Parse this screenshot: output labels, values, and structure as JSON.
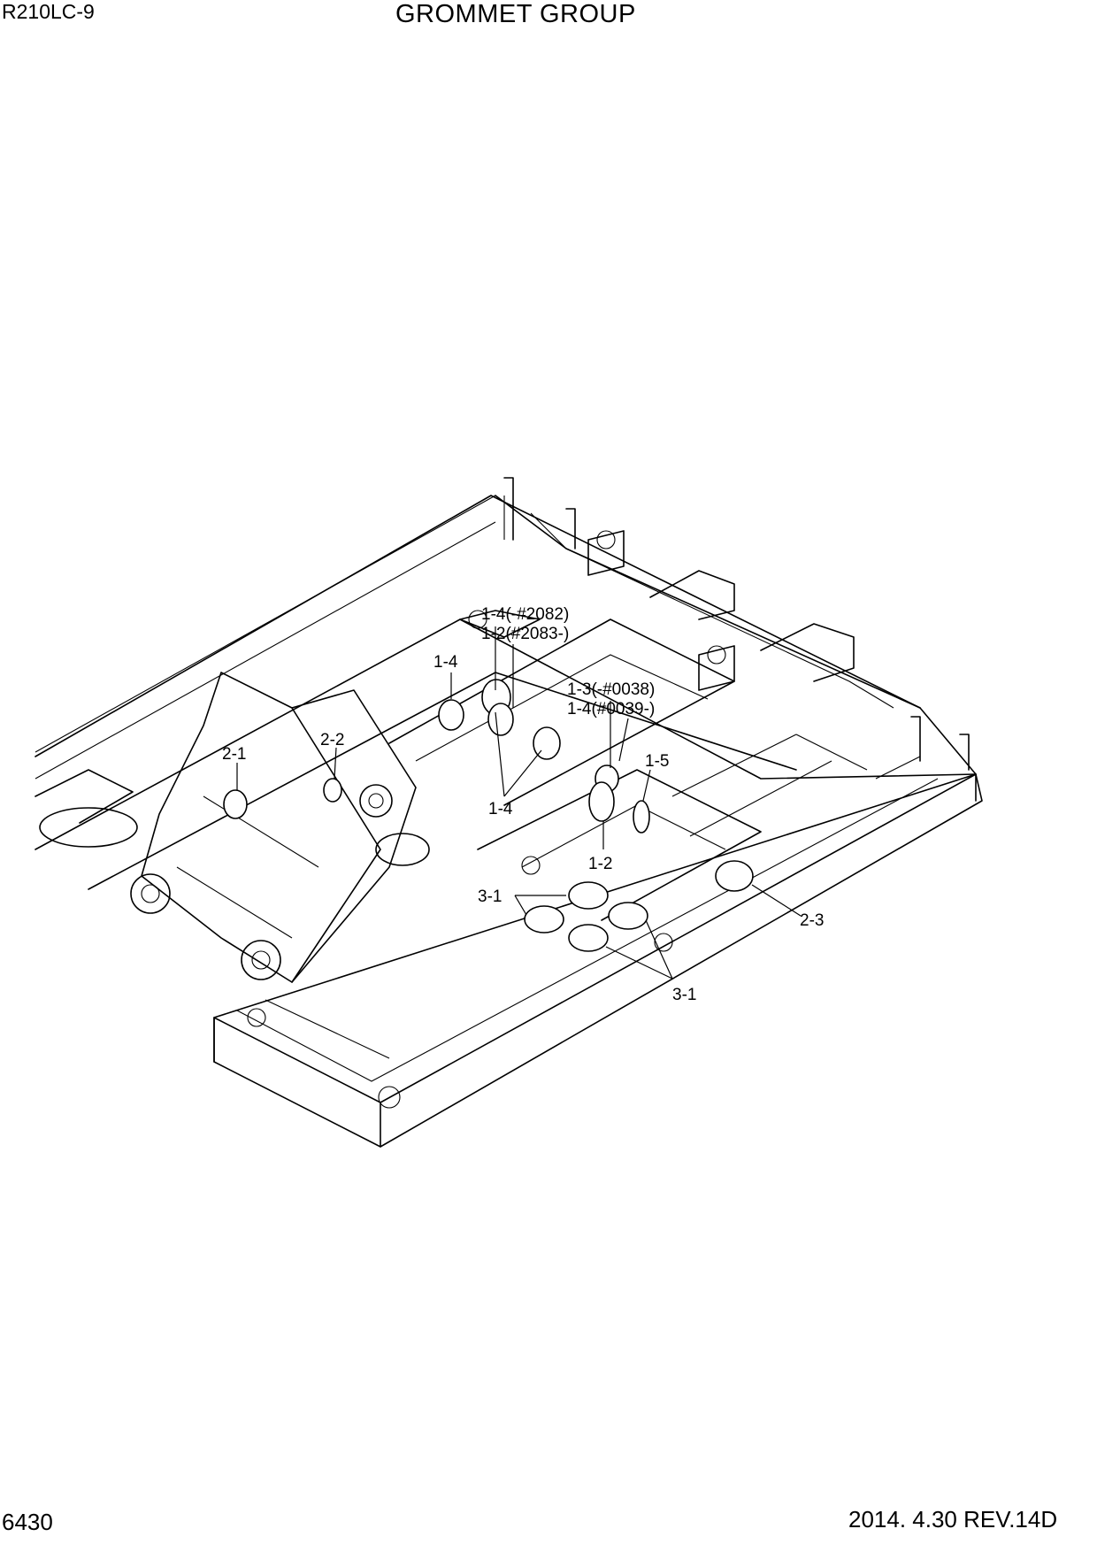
{
  "header": {
    "model": "R210LC-9",
    "title": "GROMMET GROUP"
  },
  "footer": {
    "page_number": "6430",
    "date_revision": "2014. 4.30  REV.14D"
  },
  "callouts": [
    {
      "id": "c1",
      "label": "1-4(-#2082)"
    },
    {
      "id": "c2",
      "label": "1-2(#2083-)"
    },
    {
      "id": "c3",
      "label": "1-4"
    },
    {
      "id": "c4",
      "label": "1-3(-#0038)"
    },
    {
      "id": "c5",
      "label": "1-4(#0039-)"
    },
    {
      "id": "c6",
      "label": "2-2"
    },
    {
      "id": "c7",
      "label": "2-1"
    },
    {
      "id": "c8",
      "label": "1-5"
    },
    {
      "id": "c9",
      "label": "1-4"
    },
    {
      "id": "c10",
      "label": "1-2"
    },
    {
      "id": "c11",
      "label": "3-1"
    },
    {
      "id": "c12",
      "label": "2-3"
    },
    {
      "id": "c13",
      "label": "3-1"
    }
  ]
}
